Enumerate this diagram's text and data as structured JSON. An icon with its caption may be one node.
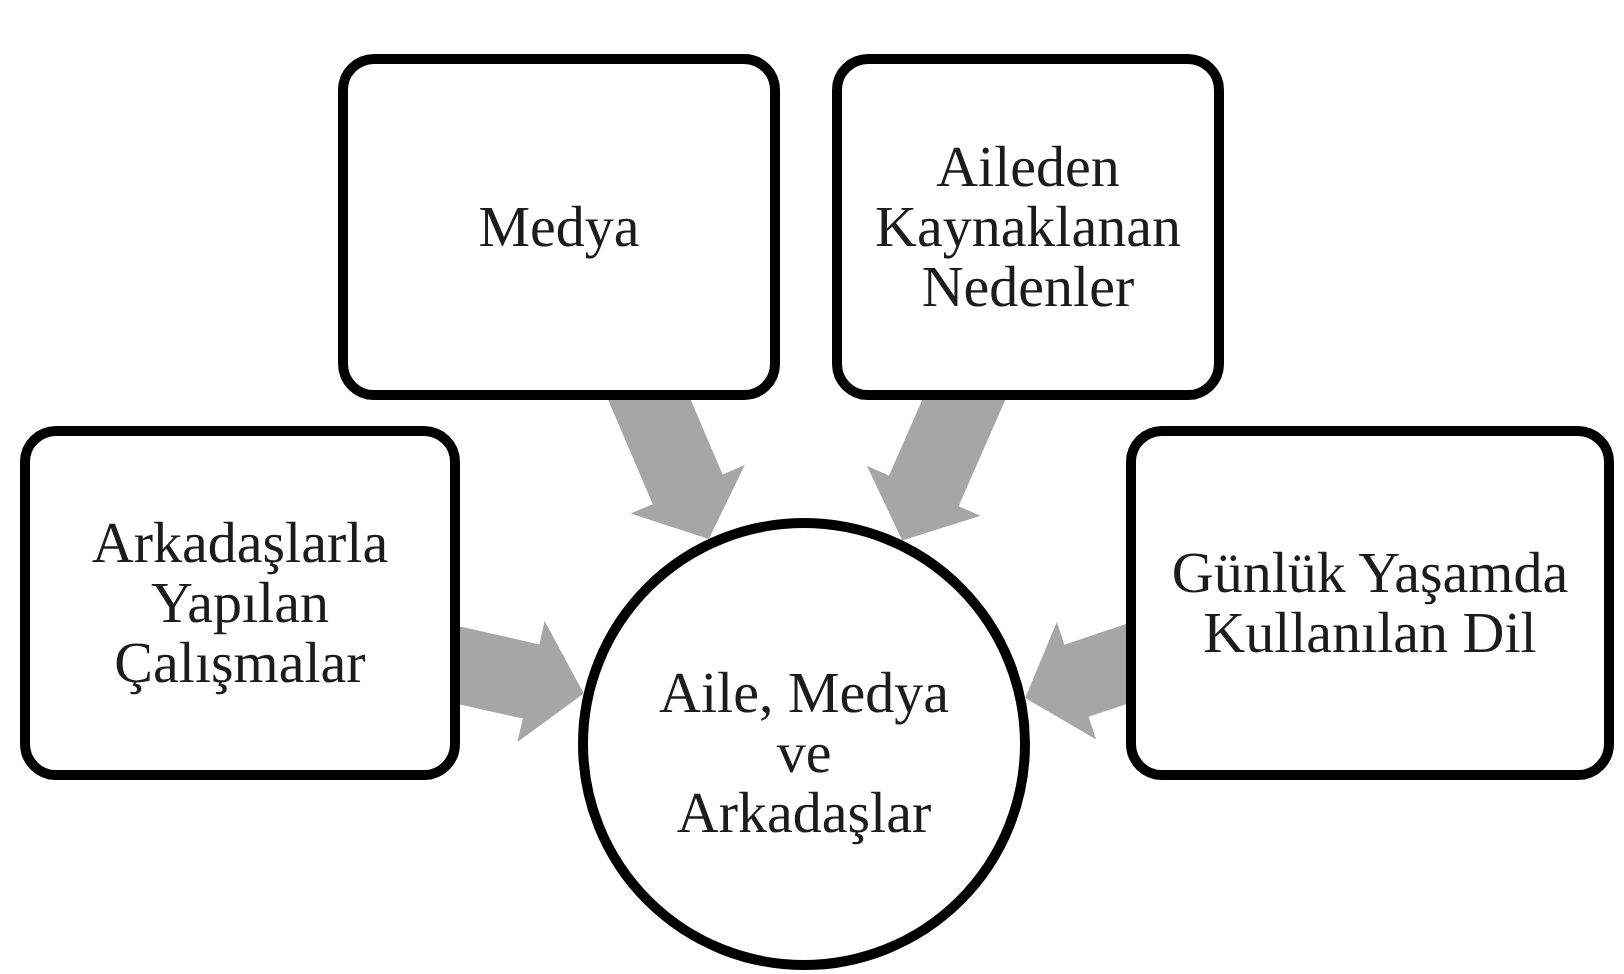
{
  "diagram": {
    "nodes": [
      {
        "text": [
          "Medya"
        ]
      },
      {
        "text": [
          "Aileden Kaynaklanan Nedenler"
        ]
      },
      {
        "text": [
          "Arkadaşlarla Yapılan Çalışmalar"
        ]
      },
      {
        "text": [
          "Günlük Yaşamda Kullanılan Dil"
        ]
      },
      {
        "text": [
          "Aile, Medya ve Arkadaşlar"
        ]
      }
    ],
    "edges": [
      {
        "from": 0,
        "to": 4,
        "arrow": "to"
      },
      {
        "from": 1,
        "to": 4,
        "arrow": "to"
      },
      {
        "from": 2,
        "to": 4,
        "arrow": "to"
      },
      {
        "from": 3,
        "to": 4,
        "arrow": "to"
      }
    ]
  }
}
